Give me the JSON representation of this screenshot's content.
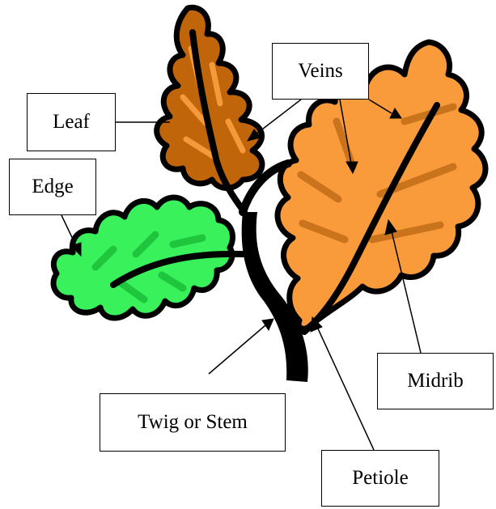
{
  "labels": {
    "leaf": "Leaf",
    "edge": "Edge",
    "veins": "Veins",
    "midrib": "Midrib",
    "twig": "Twig or Stem",
    "petiole": "Petiole"
  },
  "colors": {
    "leaf_brown": "#c0650a",
    "leaf_brown_vein": "#f59a3a",
    "leaf_orange": "#f99a3b",
    "leaf_orange_vein": "#c9741c",
    "leaf_green": "#39f15a",
    "leaf_green_vein": "#1fc53c",
    "outline": "#000000"
  }
}
